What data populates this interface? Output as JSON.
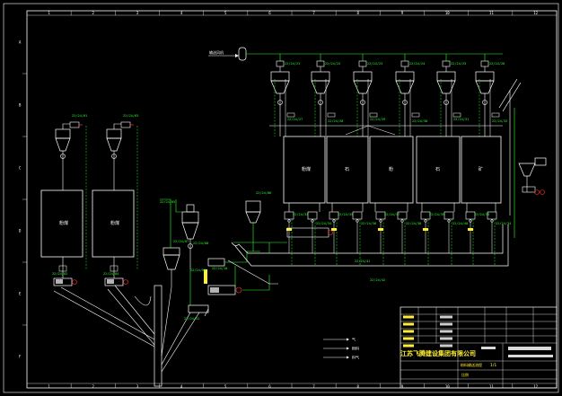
{
  "drawing": {
    "border_color": "#ffffff",
    "frame_color": "#ffffff",
    "pipe_color": "#2dff2d",
    "equip_color": "#ffffff",
    "accent_color": "#ff3030",
    "yellow_color": "#ffee33"
  },
  "column_ticks": [
    "1",
    "2",
    "3",
    "4",
    "5",
    "6",
    "7",
    "8",
    "9",
    "10",
    "11",
    "12"
  ],
  "row_ticks": [
    "A",
    "B",
    "C",
    "D",
    "E",
    "F"
  ],
  "feed_label": "输送风机",
  "bins": {
    "left": [
      "粉煤",
      "粉煤"
    ],
    "right": [
      "粉煤",
      "石",
      "粉",
      "石",
      "矿"
    ]
  },
  "tags": {
    "top_filters": [
      "22/24/21",
      "22/24/22",
      "22/24/23",
      "22/24/24",
      "22/24/25",
      "22/24/26"
    ],
    "mid_row": [
      "22/24/27",
      "22/24/28",
      "22/24/29",
      "22/24/30",
      "22/24/31",
      "22/24/32"
    ],
    "left_silos": [
      "22/24/01",
      "22/24/02",
      "22/24/03",
      "22/24/04"
    ],
    "center": [
      "22/24/05",
      "22/24/06",
      "22/24/07",
      "22/24/08",
      "22/24/09",
      "22/24/10",
      "22/24/11"
    ],
    "right_bottom": [
      "22/24/33",
      "22/24/34",
      "22/24/35",
      "22/24/36",
      "22/24/37",
      "22/24/38",
      "22/24/39",
      "22/24/40"
    ],
    "mains": [
      "22/24/41",
      "22/24/42"
    ]
  },
  "legend": [
    {
      "label": "气"
    },
    {
      "label": "粉料"
    },
    {
      "label": "料气"
    }
  ],
  "title_block": {
    "company": "江苏飞腾建设集团有限公司",
    "sheet": "1/1",
    "drawing_title": "粉料输送流程",
    "scale_note": "比例"
  }
}
